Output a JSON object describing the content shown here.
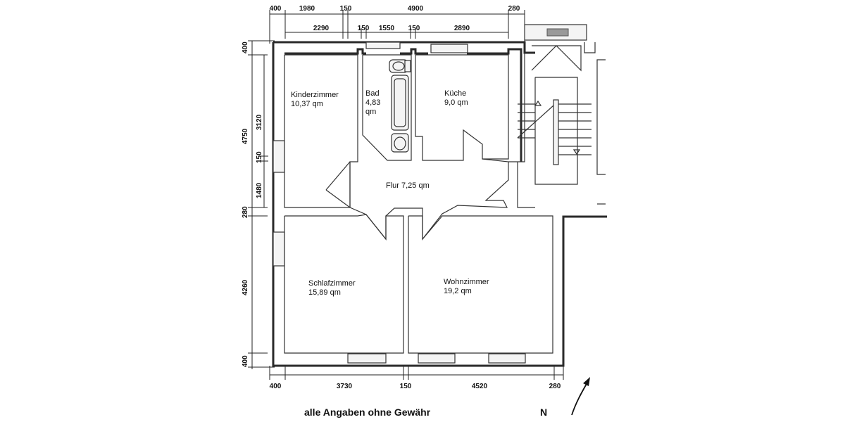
{
  "plan": {
    "top_dims_outer": [
      "400",
      "1980",
      "150",
      "4900",
      "280"
    ],
    "top_dims_inner": [
      "2290",
      "150",
      "1550",
      "150",
      "2890"
    ],
    "bottom_dims": [
      "400",
      "3730",
      "150",
      "4520",
      "280"
    ],
    "left_dims_outer": [
      "400",
      "4750",
      "280",
      "4260",
      "400"
    ],
    "left_dims_inner": [
      "3120",
      "150",
      "1480"
    ],
    "rooms": {
      "kinderzimmer": {
        "name": "Kinderzimmer",
        "area": "10,37 qm"
      },
      "bad": {
        "name": "Bad",
        "area_l1": "4,83",
        "area_l2": "qm"
      },
      "kueche": {
        "name": "Küche",
        "area": "9,0 qm"
      },
      "flur": {
        "label": "Flur 7,25 qm"
      },
      "schlafzimmer": {
        "name": "Schlafzimmer",
        "area": "15,89 qm"
      },
      "wohnzimmer": {
        "name": "Wohnzimmer",
        "area": "19,2 qm"
      }
    },
    "disclaimer": "alle Angaben ohne Gewähr",
    "north_label": "N"
  }
}
